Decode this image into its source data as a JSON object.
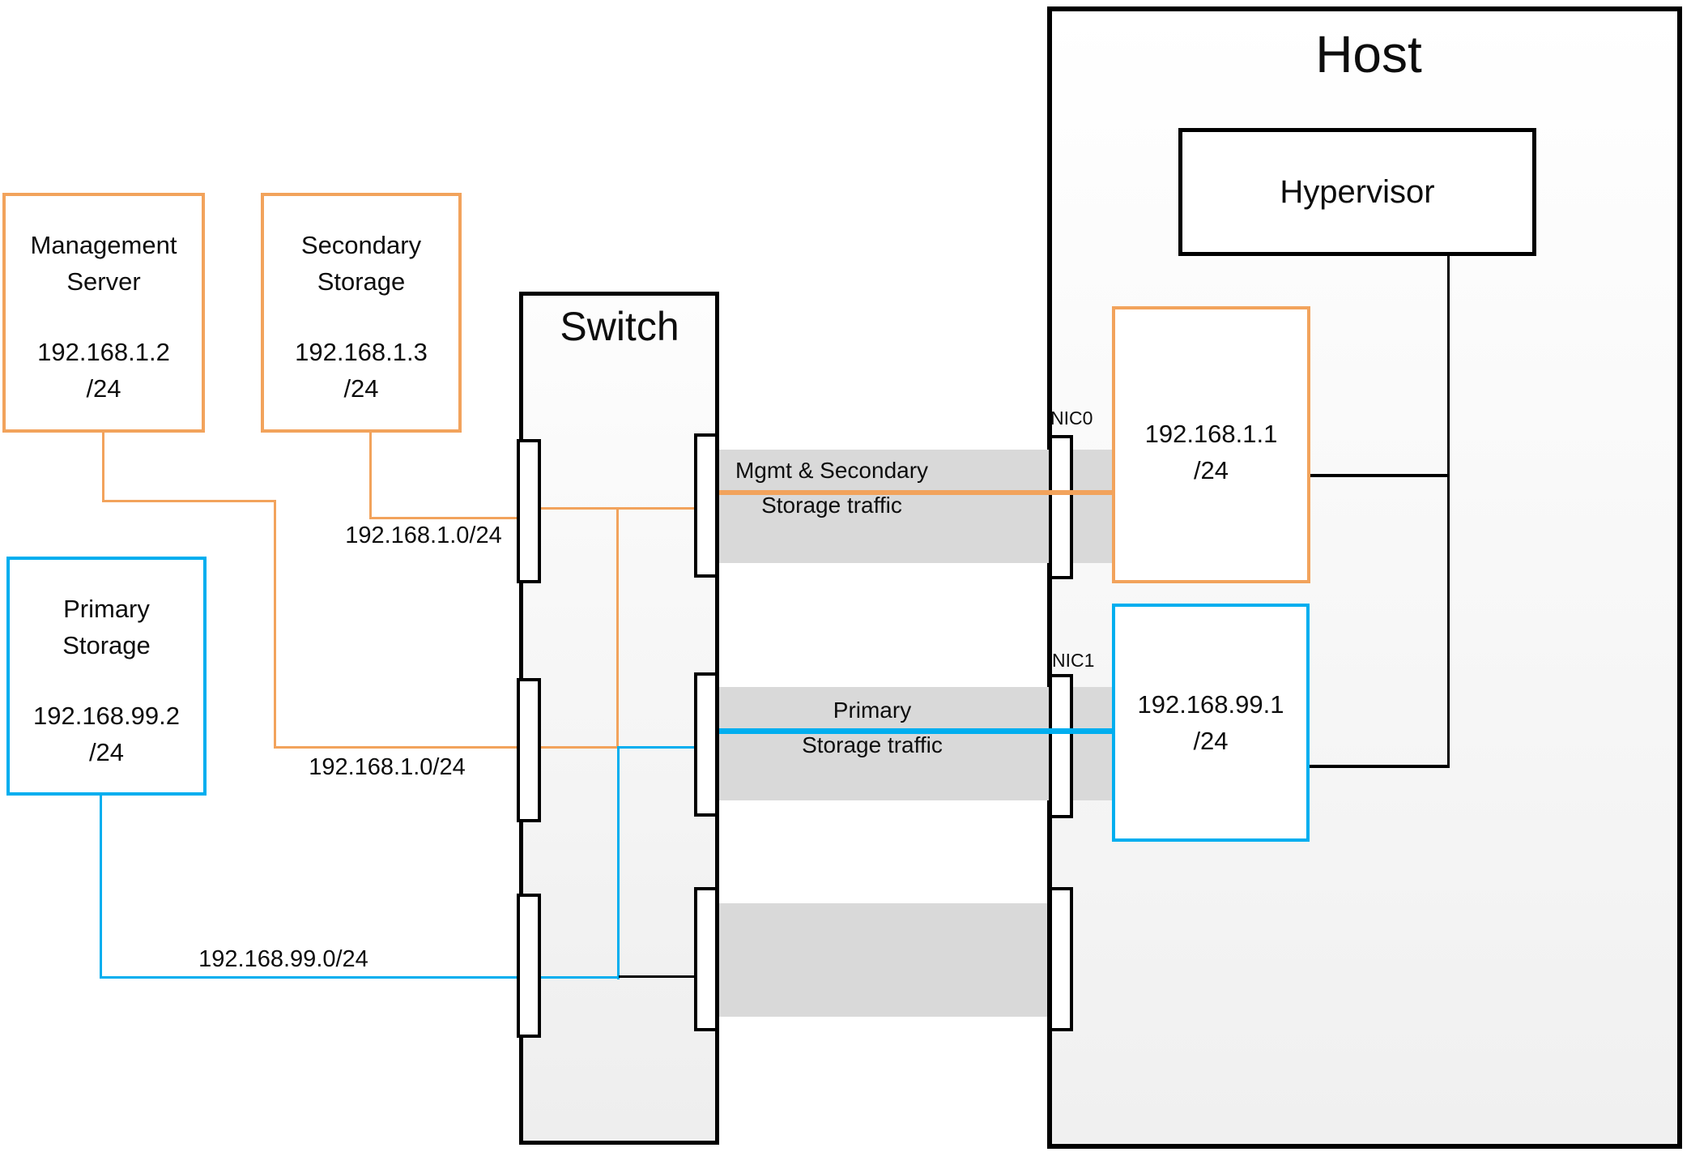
{
  "colors": {
    "orange": "#F2A35C",
    "blue": "#00AEEF",
    "band": "#D9D9D9",
    "ink": "#0D0D0D"
  },
  "host": {
    "title": "Host"
  },
  "switch": {
    "title": "Switch"
  },
  "hypervisor": {
    "title": "Hypervisor"
  },
  "management_server": {
    "name_line1": "Management",
    "name_line2": "Server",
    "ip": "192.168.1.2",
    "mask": "/24"
  },
  "secondary_storage": {
    "name_line1": "Secondary",
    "name_line2": "Storage",
    "ip": "192.168.1.3",
    "mask": "/24"
  },
  "primary_storage": {
    "name_line1": "Primary",
    "name_line2": "Storage",
    "ip": "192.168.99.2",
    "mask": "/24"
  },
  "nic0": {
    "label": "NIC0",
    "ip": "192.168.1.1",
    "mask": "/24"
  },
  "nic1": {
    "label": "NIC1",
    "ip": "192.168.99.1",
    "mask": "/24"
  },
  "subnet_labels": {
    "secondary_link": "192.168.1.0/24",
    "management_link": "192.168.1.0/24",
    "primary_link": "192.168.99.0/24"
  },
  "traffic_labels": {
    "mgmt_line1": "Mgmt & Secondary",
    "mgmt_line2": "Storage traffic",
    "primary_line1": "Primary",
    "primary_line2": "Storage traffic"
  }
}
